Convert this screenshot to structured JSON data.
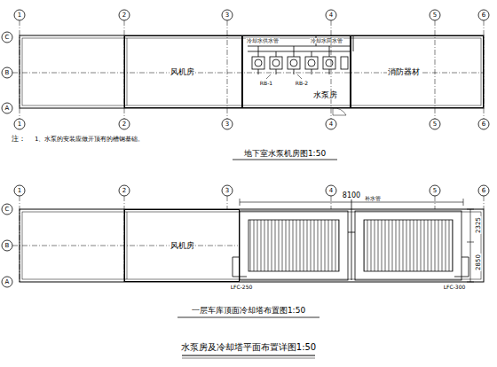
{
  "diagram": {
    "title": "水泵房及冷却塔平面布置详图1:50",
    "nodes": [
      {
        "text": [
          "风机房"
        ]
      },
      {
        "text": [
          "水泵房"
        ]
      },
      {
        "text": [
          "消防器材"
        ]
      },
      {
        "text": [
          "风机房"
        ]
      }
    ],
    "labels": [
      "1",
      "2",
      "3",
      "4",
      "5",
      "6",
      "C",
      "B",
      "A",
      "1",
      "2",
      "3",
      "4",
      "5",
      "6",
      "注：",
      "1、水泵的安装应做开顶有的槽钢基础。",
      "地下室水泵机房图1:50",
      "1",
      "2",
      "3",
      "4",
      "5",
      "6",
      "C",
      "B",
      "A",
      "8100",
      "2325",
      "2850",
      "一层车库顶面冷却塔布置图1:50",
      "LFC-250",
      "LFC-300",
      "RB-1",
      "RB-2",
      "冷却水供水管",
      "冷却水回水管",
      "补水管"
    ]
  }
}
